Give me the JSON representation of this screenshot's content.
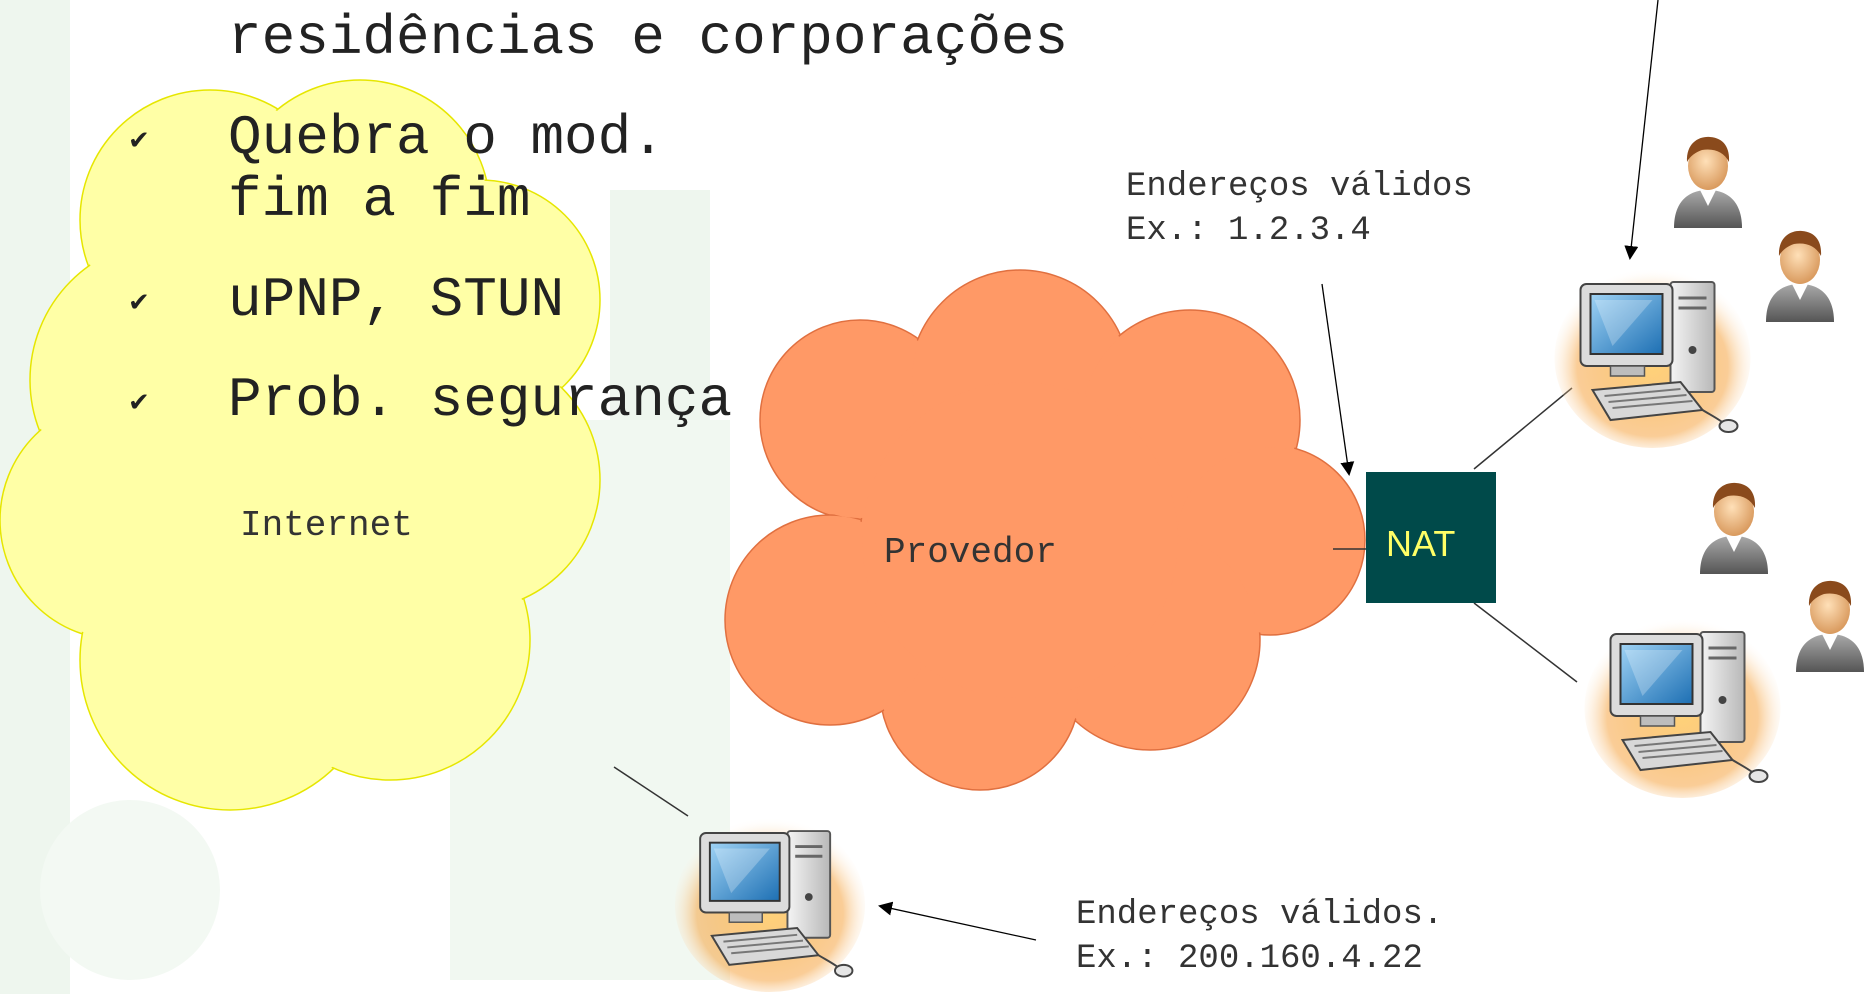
{
  "colors": {
    "internet_cloud_fill": "#ffffa6",
    "internet_cloud_stroke": "#e6e600",
    "provider_cloud_fill": "#ff9966",
    "provider_cloud_stroke": "#e07040",
    "nat_box_fill": "#004a4a",
    "nat_text": "#ffff66",
    "background_watermark": "#e6f2e6",
    "text": "#222222",
    "line": "#333333"
  },
  "bullets": {
    "line0": "residências e corporações",
    "item1_line1": "Quebra o mod.",
    "item1_line2": "fim a fim",
    "item2": "uPNP, STUN",
    "item3": "Prob. segurança",
    "mark": "✔"
  },
  "diagram": {
    "internet_label": "Internet",
    "provider_label": "Provedor",
    "nat_label": "NAT",
    "nat_annotation_line1": "Endereços válidos",
    "nat_annotation_line2": "Ex.: 1.2.3.4",
    "host_annotation_line1": "Endereços válidos.",
    "host_annotation_line2": "Ex.: 200.160.4.22",
    "icons": [
      "computer-icon",
      "user-icon"
    ]
  }
}
